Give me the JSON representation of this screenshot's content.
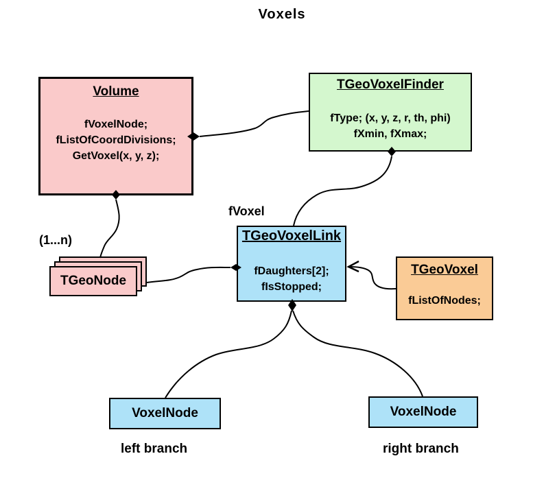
{
  "title": "Voxels",
  "colors": {
    "pink": "#FACACA",
    "green": "#D4F7CE",
    "blue": "#AEE2F8",
    "orange": "#FACB96",
    "line": "#000000",
    "background": "#FFFFFF"
  },
  "boxes": {
    "volume": {
      "title": "Volume",
      "lines": [
        "fVoxelNode;",
        "fListOfCoordDivisions;",
        "GetVoxel(x, y, z);"
      ]
    },
    "tgeovoxelfinder": {
      "title": "TGeoVoxelFinder",
      "lines": [
        "fType; (x, y, z, r, th, phi)",
        "fXmin, fXmax;"
      ]
    },
    "tgeovoxellink": {
      "title": "TGeoVoxelLink",
      "lines": [
        "fDaughters[2];",
        "fIsStopped;"
      ]
    },
    "tgeovoxel": {
      "title": "TGeoVoxel",
      "lines": [
        "fListOfNodes;"
      ]
    },
    "tgeonode": {
      "title": "TGeoNode"
    },
    "voxelnode_left": {
      "title": "VoxelNode"
    },
    "voxelnode_right": {
      "title": "VoxelNode"
    }
  },
  "labels": {
    "fvoxel": "fVoxel",
    "multiplicity": "(1...n)",
    "left_branch": "left branch",
    "right_branch": "right branch"
  }
}
